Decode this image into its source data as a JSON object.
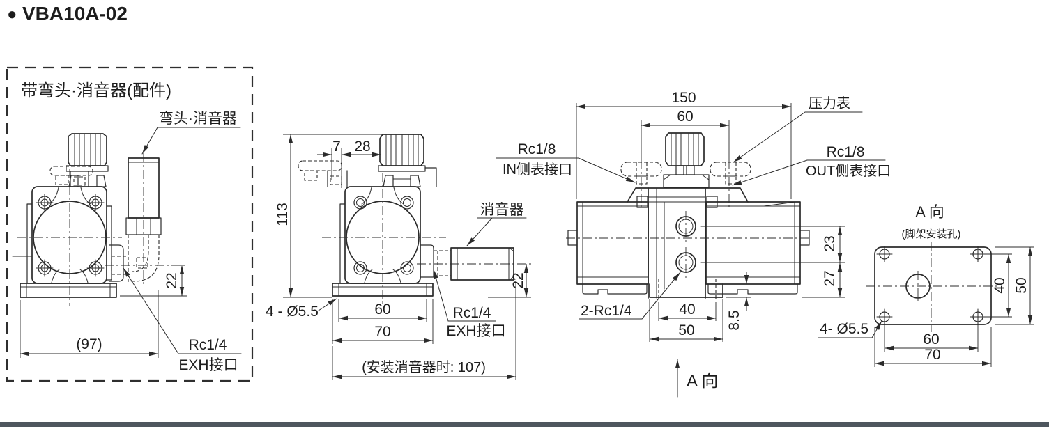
{
  "page": {
    "bullet": "●",
    "title": "VBA10A-02"
  },
  "colors": {
    "line": "#2b2b2b",
    "text": "#1d1d1d",
    "footer_bar": "#4e565e"
  },
  "accessory_view": {
    "title": "带弯头·消音器(配件)",
    "silencer_label": "弯头·消音器",
    "dim_port_height": "22",
    "dim_total_width": "(97)",
    "exh_thread": "Rc1/4",
    "exh_port": "EXH接口"
  },
  "front_view": {
    "dim_height": "113",
    "dim_knob_offset_a": "7",
    "dim_knob_offset_b": "28",
    "silencer_label": "消音器",
    "dim_port_height": "22",
    "mount_holes_label": "4 - Ø5.5",
    "dim_hole_span": "60",
    "dim_base_width": "70",
    "dim_with_silencer": "(安装消音器时: 107)",
    "exh_thread": "Rc1/4",
    "exh_port": "EXH接口"
  },
  "side_view": {
    "dim_total_width": "150",
    "dim_gauge_span": "60",
    "gauge_label": "压力表",
    "in_thread": "Rc1/8",
    "in_port": "IN侧表接口",
    "out_thread": "Rc1/8",
    "out_port": "OUT侧表接口",
    "dim_upper": "23",
    "dim_lower": "27",
    "ports_label": "2-Rc1/4",
    "dim_hole_span": "40",
    "dim_base_width": "50",
    "dim_base_height": "8.5",
    "view_arrow_label": "A 向"
  },
  "a_view": {
    "title": "A 向",
    "subtitle": "(脚架安装孔)",
    "dim_hole_span_v": "40",
    "dim_plate_height": "50",
    "dim_hole_span_h": "60",
    "dim_plate_width": "70",
    "holes_label": "4- Ø5.5"
  }
}
